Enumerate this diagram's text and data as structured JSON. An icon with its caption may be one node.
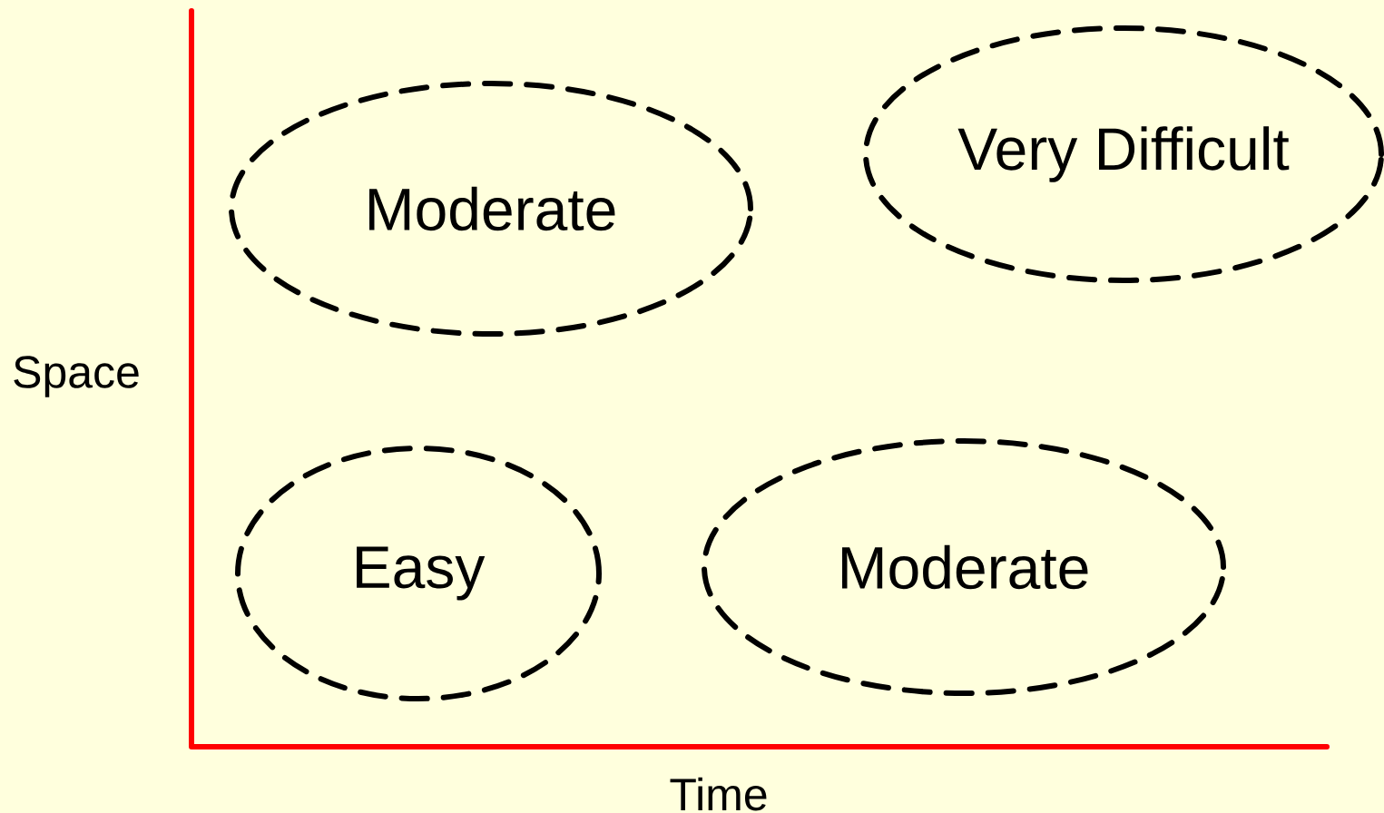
{
  "diagram": {
    "nodes": [
      {
        "text": [
          "Moderate"
        ]
      },
      {
        "text": [
          "Very Difficult"
        ]
      },
      {
        "text": [
          "Easy"
        ]
      },
      {
        "text": [
          "Moderate"
        ]
      }
    ],
    "labels": [
      "Space",
      "Time"
    ]
  }
}
